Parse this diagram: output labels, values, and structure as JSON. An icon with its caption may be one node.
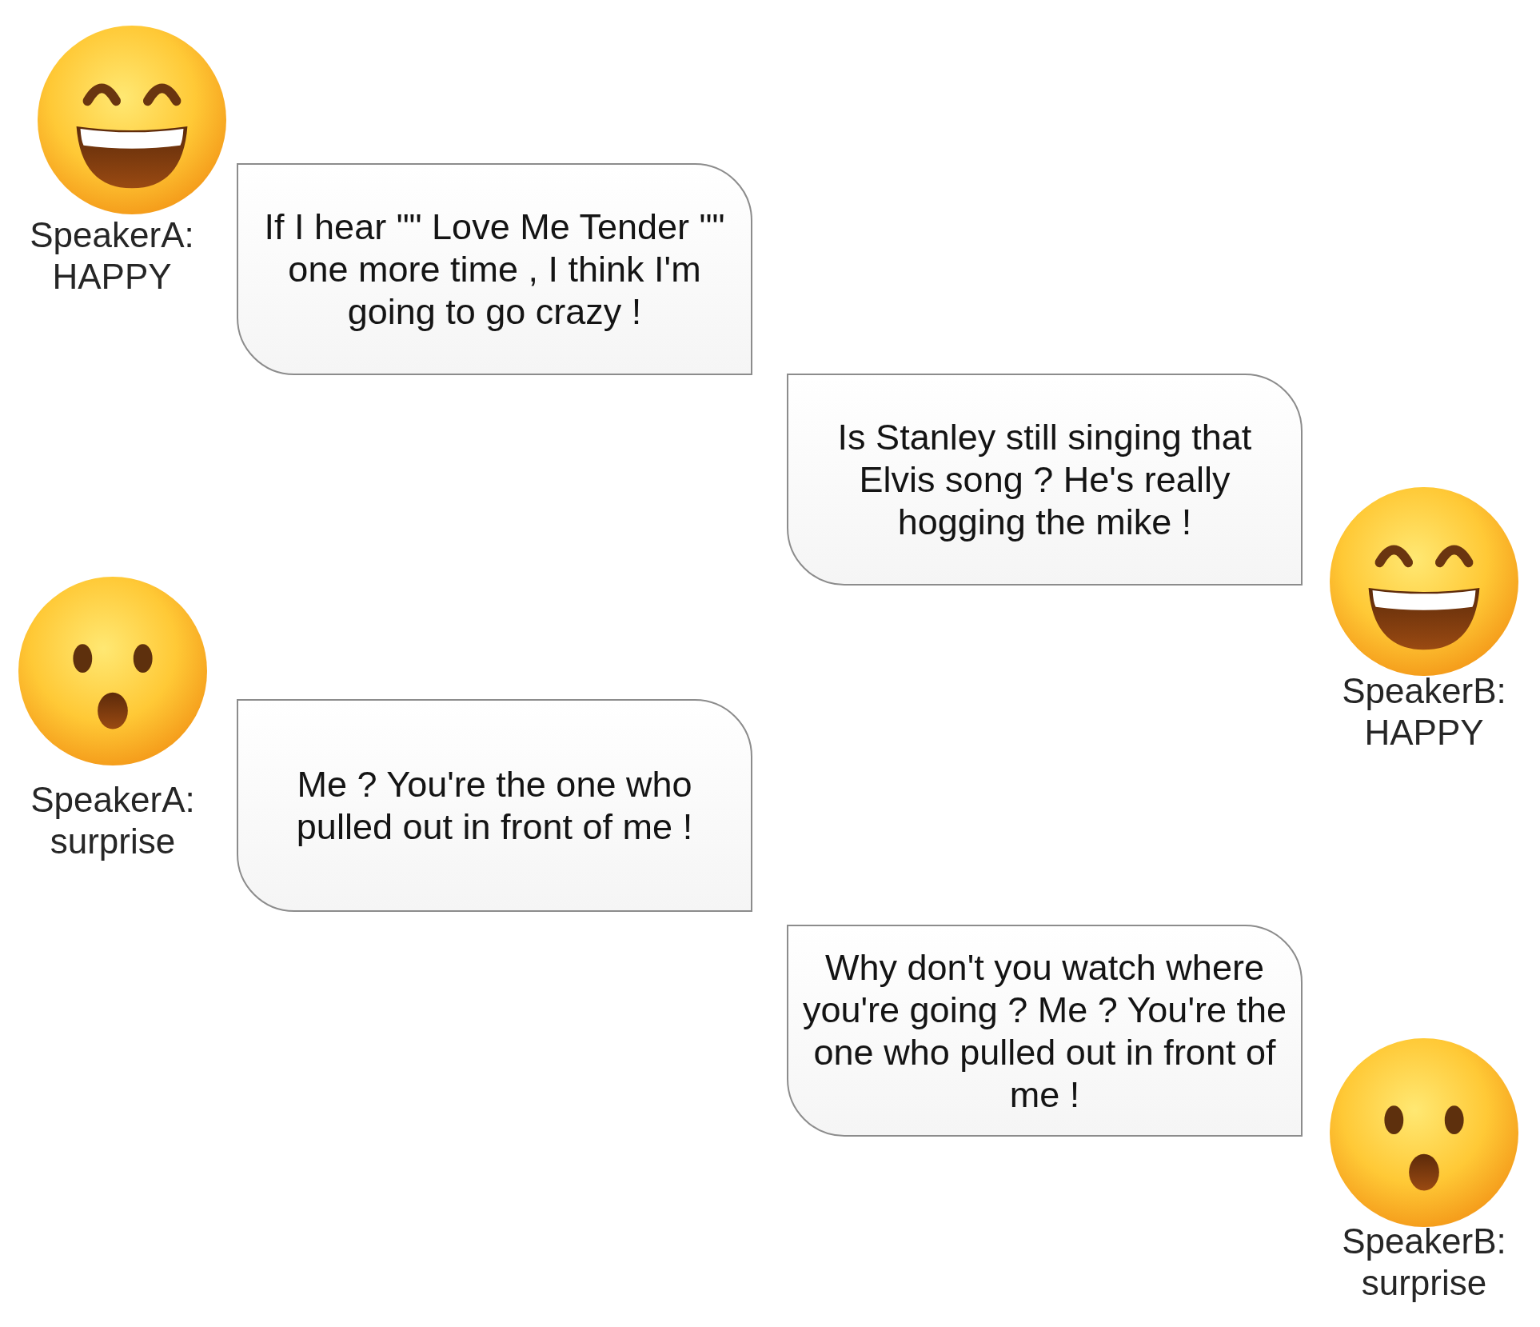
{
  "diagram": {
    "nodes": [
      {
        "text": [
          "If I hear \"\" Love Me Tender \"\" one more time , I think I'm going to go crazy !"
        ],
        "beside": [
          "SpeakerA: HAPPY"
        ]
      },
      {
        "text": [
          "Is Stanley still singing that Elvis song ? He's really hogging the mike !"
        ],
        "beside": [
          "SpeakerB: HAPPY"
        ]
      },
      {
        "text": [
          "Me ? You're the one who pulled out in front of me !"
        ],
        "beside": [
          "SpeakerA: surprise"
        ]
      },
      {
        "text": [
          "Why don't you watch where you're going ? Me ? You're the one who pulled out in front of me !"
        ],
        "beside": [
          "SpeakerB: surprise"
        ]
      }
    ]
  }
}
